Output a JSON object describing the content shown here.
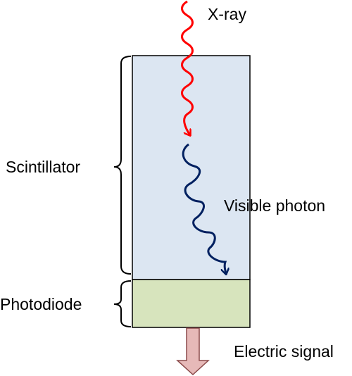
{
  "labels": {
    "xray": "X-ray",
    "scintillator": "Scintillator",
    "visible_photon": "Visible photon",
    "photodiode": "Photodiode",
    "electric_signal": "Electric signal"
  },
  "colors": {
    "scintillator_fill": "#dce6f2",
    "photodiode_fill": "#d7e4bd",
    "xray_wave": "#ff0000",
    "photon_wave": "#002060",
    "signal_arrow_fill": "#e6b9b8",
    "signal_arrow_stroke": "#8b4a4a",
    "outline": "#000000"
  }
}
